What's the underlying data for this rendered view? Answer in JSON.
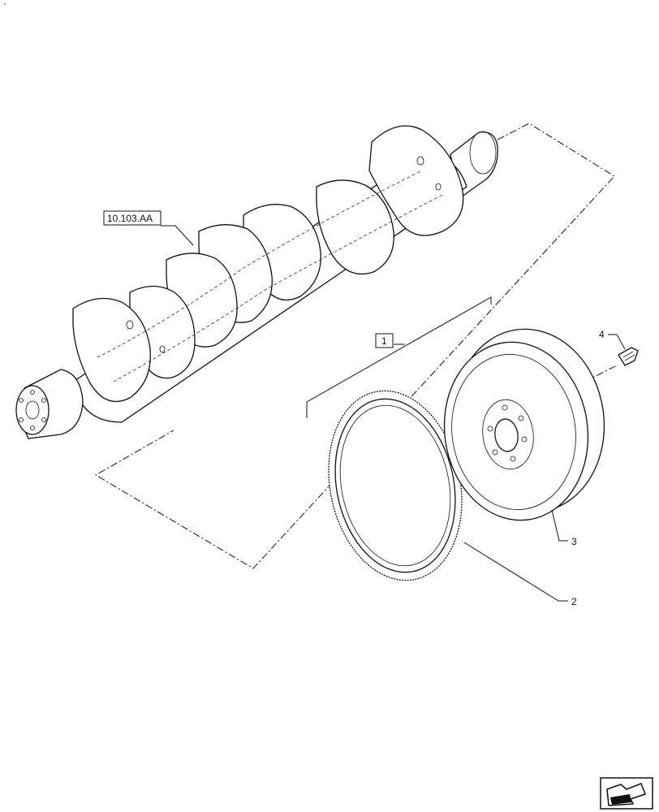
{
  "diagram": {
    "reference_label": "10.103.AA",
    "callouts": {
      "kit": "1",
      "ring_gear": "2",
      "flywheel": "3",
      "bolt": "4"
    },
    "nav_icon": "next-page-arrow-icon"
  }
}
